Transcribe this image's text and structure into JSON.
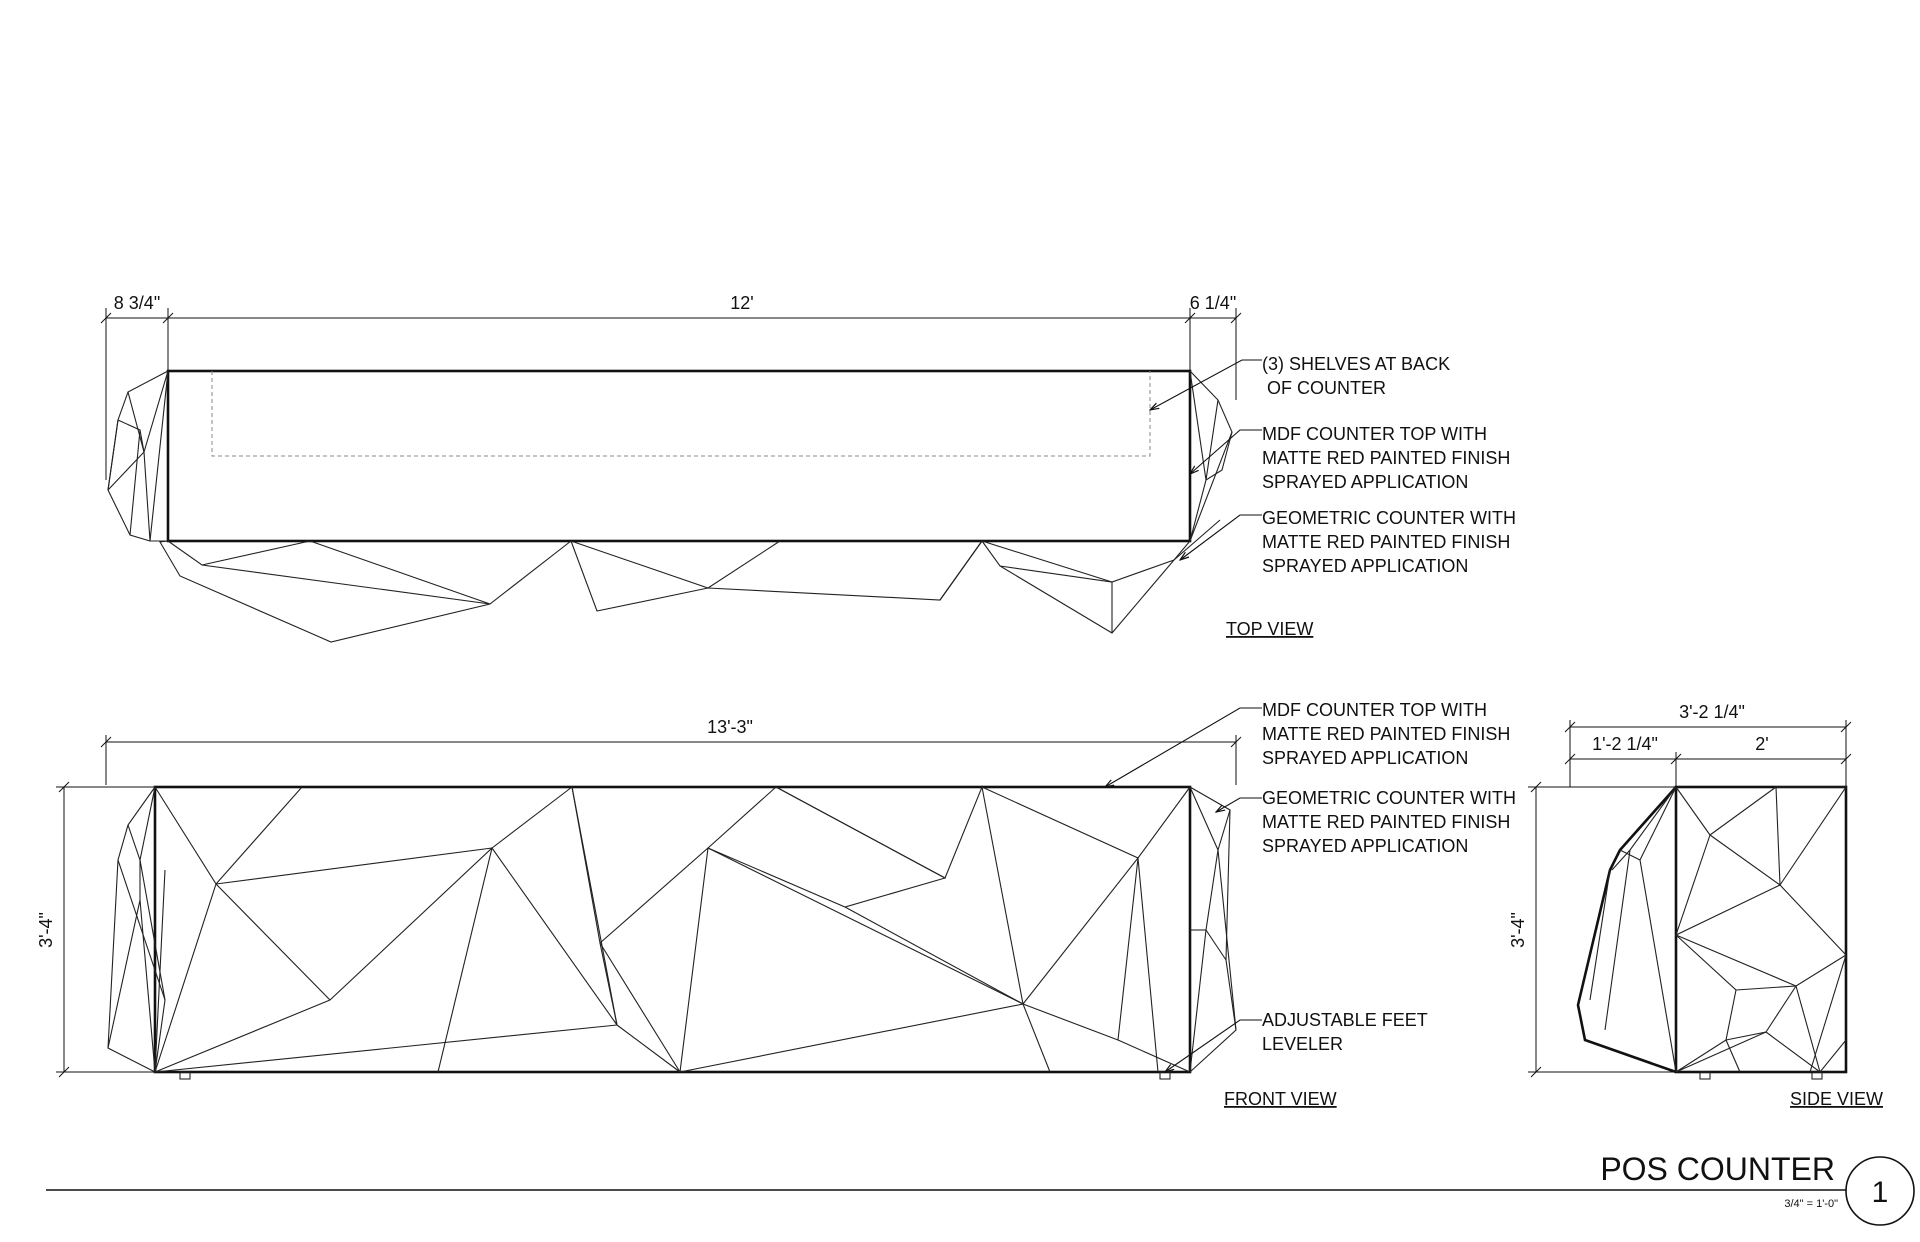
{
  "top_view": {
    "label": "TOP VIEW",
    "dims": {
      "left": "8 3/4\"",
      "center": "12'",
      "right": "6 1/4\""
    },
    "notes": [
      [
        "(3) SHELVES AT BACK",
        " OF COUNTER"
      ],
      [
        "MDF COUNTER TOP WITH",
        "MATTE RED PAINTED FINISH",
        "SPRAYED APPLICATION"
      ],
      [
        "GEOMETRIC COUNTER WITH",
        "MATTE RED PAINTED FINISH",
        "SPRAYED APPLICATION"
      ]
    ]
  },
  "front_view": {
    "label": "FRONT VIEW",
    "dims": {
      "width": "13'-3\"",
      "height": "3'-4\""
    },
    "notes": [
      [
        "MDF COUNTER TOP WITH",
        "MATTE RED PAINTED FINISH",
        "SPRAYED APPLICATION"
      ],
      [
        "GEOMETRIC COUNTER WITH",
        "MATTE RED PAINTED FINISH",
        "SPRAYED APPLICATION"
      ],
      [
        "ADJUSTABLE FEET",
        "LEVELER"
      ]
    ]
  },
  "side_view": {
    "label": "SIDE VIEW",
    "dims": {
      "overall": "3'-2 1/4\"",
      "left": "1'-2 1/4\"",
      "right": "2'",
      "height": "3'-4\""
    }
  },
  "title_block": {
    "title": "POS COUNTER",
    "scale": "3/4\" = 1'-0\"",
    "number": "1"
  },
  "colors": {
    "line": "#111111",
    "hidden": "#888888",
    "background": "#ffffff"
  }
}
